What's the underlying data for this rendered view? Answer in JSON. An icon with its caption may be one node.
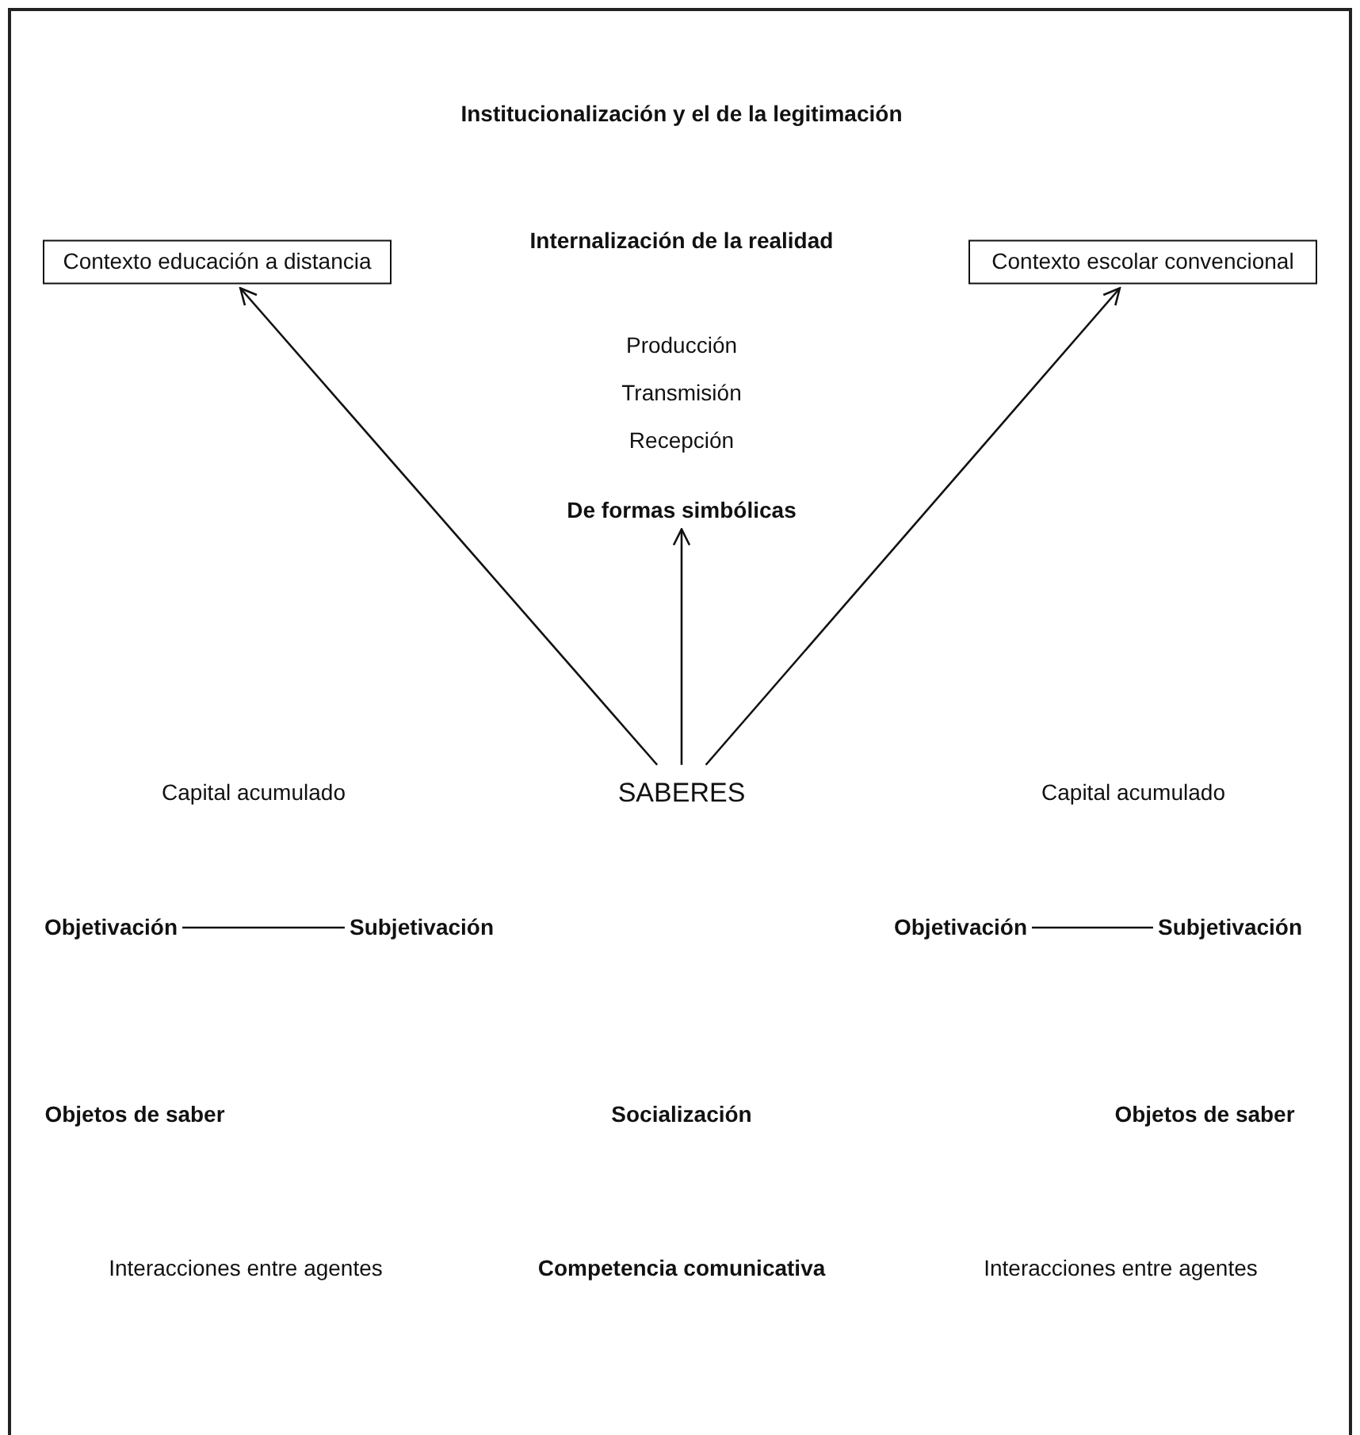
{
  "diagram": {
    "title": "Institucionalización y el de la legitimación",
    "nodes": [
      {
        "text": [
          "Contexto educación a distancia"
        ]
      },
      {
        "text": [
          "Contexto escolar convencional"
        ]
      },
      {
        "text": [
          "De formas simbólicas"
        ]
      },
      {
        "text": [
          "SABERES"
        ]
      },
      {
        "text": [
          "Objetivación"
        ]
      },
      {
        "text": [
          "Subjetivación"
        ]
      },
      {
        "text": [
          "Objetivación"
        ]
      },
      {
        "text": [
          "Subjetivación"
        ]
      }
    ],
    "edges": [
      {
        "from": 3,
        "to": 0,
        "arrow": "to"
      },
      {
        "from": 3,
        "to": 2,
        "arrow": "to"
      },
      {
        "from": 3,
        "to": 1,
        "arrow": "to"
      },
      {
        "from": 4,
        "to": 5,
        "arrow": "none"
      },
      {
        "from": 6,
        "to": 7,
        "arrow": "none"
      }
    ],
    "labels": [
      "Internalización de la realidad",
      "Producción",
      "Transmisión",
      "Recepción",
      "Capital acumulado",
      "Capital acumulado",
      "Objetos de saber",
      "Socialización",
      "Objetos de saber",
      "Interacciones entre agentes",
      "Competencia comunicativa",
      "Interacciones entre agentes"
    ]
  }
}
